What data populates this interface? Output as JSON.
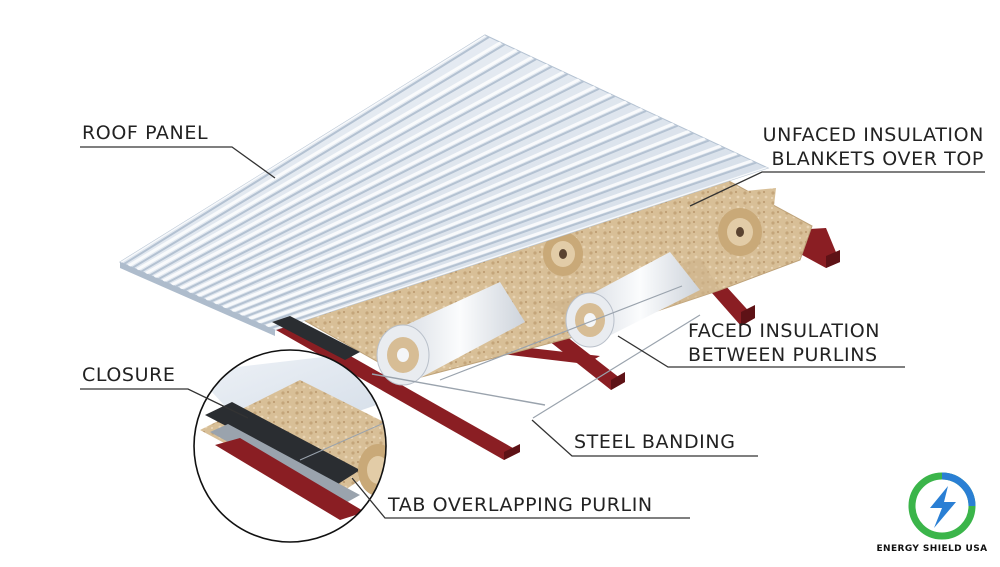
{
  "labels": {
    "roof_panel": "ROOF PANEL",
    "unfaced_line1": "UNFACED INSULATION",
    "unfaced_line2": "BLANKETS OVER TOP",
    "faced_line1": "FACED INSULATION",
    "faced_line2": "BETWEEN PURLINS",
    "closure": "CLOSURE",
    "steel_banding": "STEEL BANDING",
    "tab_overlapping": "TAB OVERLAPPING PURLIN"
  },
  "brand": {
    "name": "ENERGY SHIELD USA",
    "logo": "lightning-bolt-shield"
  },
  "colors": {
    "roof_panel": "#dde6f0",
    "roof_rib": "#b4c2d2",
    "purlin_red": "#7d1a1f",
    "insulation": "#d9c09a",
    "faced_white": "#f2f4f7",
    "leader_line": "#333333",
    "logo_green": "#3bb54a",
    "logo_blue": "#2a7fd4"
  }
}
